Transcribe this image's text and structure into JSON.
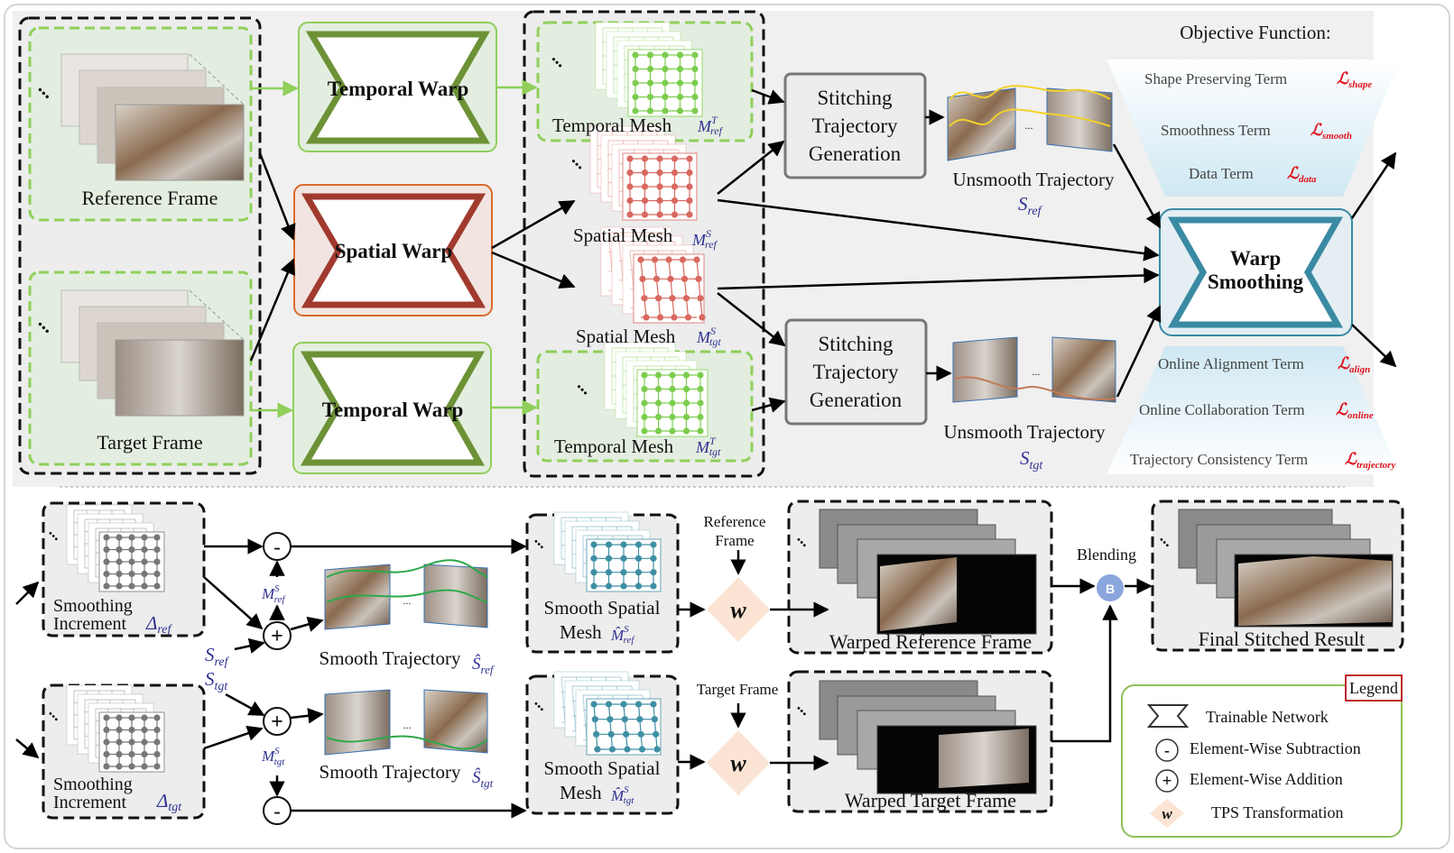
{
  "colors": {
    "green_net": "#6d9236",
    "green_dash": "#8fcf5a",
    "green_mesh": "#7ccd4e",
    "red_net": "#a13a2e",
    "red_border": "#d96a2c",
    "red_mesh": "#d9685f",
    "teal_net": "#3a8aa3",
    "teal_mesh": "#3f8fa4",
    "blue_label": "#2e3192",
    "loss_red": "#e0141e",
    "panel_bg": "#f0f0f0"
  },
  "top": {
    "reference_frame": "Reference Frame",
    "target_frame": "Target Frame",
    "temporal_warp": "Temporal Warp",
    "spatial_warp": "Spatial Warp",
    "temporal_mesh": "Temporal Mesh",
    "temporal_mesh_ref_sym": "M",
    "temporal_mesh_ref_sup": "T",
    "temporal_mesh_ref_sub": "ref",
    "temporal_mesh_tgt_sym": "M",
    "temporal_mesh_tgt_sup": "T",
    "temporal_mesh_tgt_sub": "tgt",
    "spatial_mesh": "Spatial Mesh",
    "spatial_mesh_ref_sym": "M",
    "spatial_mesh_ref_sup": "S",
    "spatial_mesh_ref_sub": "ref",
    "spatial_mesh_tgt_sym": "M",
    "spatial_mesh_tgt_sup": "S",
    "spatial_mesh_tgt_sub": "tgt",
    "stitching_lines": [
      "Stitching",
      "Trajectory",
      "Generation"
    ],
    "unsmooth_trajectory": "Unsmooth Trajectory",
    "s_ref_sym": "S",
    "s_ref_sub": "ref",
    "s_tgt_sym": "S",
    "s_tgt_sub": "tgt",
    "ellipsis": "...",
    "objective_function": "Objective Function:",
    "warp_smoothing": [
      "Warp",
      "Smoothing"
    ],
    "terms_top": [
      {
        "label": "Shape Preserving Term",
        "loss": "ℒ",
        "sub": "shape"
      },
      {
        "label": "Smoothness Term",
        "loss": "ℒ",
        "sub": "smooth"
      },
      {
        "label": "Data Term",
        "loss": "ℒ",
        "sub": "data"
      }
    ],
    "terms_bottom": [
      {
        "label": "Online Alignment Term",
        "loss": "ℒ",
        "sub": "align"
      },
      {
        "label": "Online Collaboration Term",
        "loss": "ℒ",
        "sub": "online"
      },
      {
        "label": "Trajectory  Consistency Term",
        "loss": "ℒ",
        "sub": "trajectory"
      }
    ]
  },
  "bottom": {
    "smoothing_increment": [
      "Smoothing",
      "Increment"
    ],
    "delta_ref_sym": "Δ",
    "delta_ref_sub": "ref",
    "delta_tgt_sym": "Δ",
    "delta_tgt_sub": "tgt",
    "minus": "-",
    "plus": "+",
    "m_ref_sym": "M",
    "m_ref_sup": "S",
    "m_ref_sub": "ref",
    "m_tgt_sym": "M",
    "m_tgt_sup": "S",
    "m_tgt_sub": "tgt",
    "s_ref_sym": "S",
    "s_ref_sub": "ref",
    "s_tgt_sym": "S",
    "s_tgt_sub": "tgt",
    "smooth_trajectory": "Smooth Trajectory",
    "shat_ref_sym": "Ŝ",
    "shat_ref_sub": "ref",
    "shat_tgt_sym": "Ŝ",
    "shat_tgt_sub": "tgt",
    "smooth_spatial_mesh": [
      "Smooth Spatial",
      "Mesh"
    ],
    "mhat_ref_sym": "M̂",
    "mhat_ref_sup": "S",
    "mhat_ref_sub": "ref",
    "mhat_tgt_sym": "M̂",
    "mhat_tgt_sup": "S",
    "mhat_tgt_sub": "tgt",
    "reference_frame_lines": [
      "Reference",
      "Frame"
    ],
    "target_frame": "Target Frame",
    "w": "w",
    "warped_reference_frame": "Warped Reference Frame",
    "warped_target_frame": "Warped Target Frame",
    "blending": "Blending",
    "blend_symbol": "B",
    "final_result": "Final Stitched Result",
    "ellipsis": "..."
  },
  "legend": {
    "title": "Legend",
    "trainable_network": "Trainable Network",
    "minus_symbol": "-",
    "element_wise_subtraction": "Element-Wise Subtraction",
    "plus_symbol": "+",
    "element_wise_addition": "Element-Wise Addition",
    "w_symbol": "w",
    "tps_transformation": "TPS Transformation"
  }
}
